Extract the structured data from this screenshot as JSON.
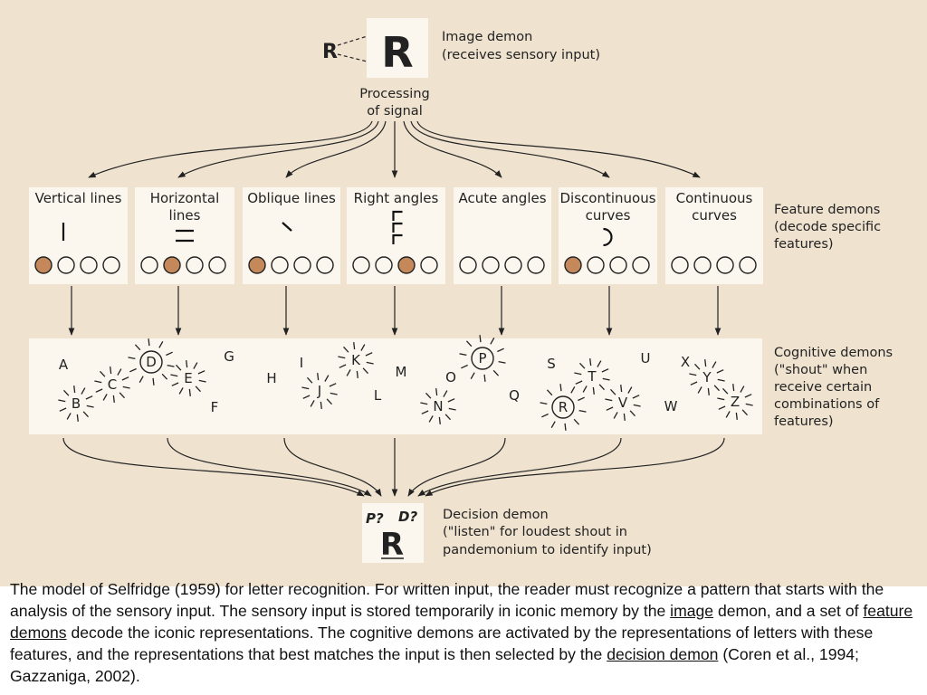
{
  "image_demon": {
    "input_letter": "R",
    "image_letter": "R",
    "label_line1": "Image demon",
    "label_line2": "(receives sensory input)"
  },
  "processing": {
    "line1": "Processing",
    "line2": "of signal"
  },
  "feature_demons": {
    "label_line1": "Feature demons",
    "label_line2": "(decode specific",
    "label_line3": "features)",
    "boxes": [
      {
        "title1": "Vertical lines",
        "title2": "",
        "active_circle": 0
      },
      {
        "title1": "Horizontal",
        "title2": "lines",
        "active_circle": 1
      },
      {
        "title1": "Oblique lines",
        "title2": "",
        "active_circle": 0
      },
      {
        "title1": "Right angles",
        "title2": "",
        "active_circle": 2
      },
      {
        "title1": "Acute angles",
        "title2": "",
        "active_circle": -1
      },
      {
        "title1": "Discontinuous",
        "title2": "curves",
        "active_circle": 0
      },
      {
        "title1": "Continuous",
        "title2": "curves",
        "active_circle": -1
      }
    ]
  },
  "cognitive_demons": {
    "label_line1": "Cognitive demons",
    "label_line2": "(\"shout\" when",
    "label_line3": "receive certain",
    "label_line4": "combinations of",
    "label_line5": "features)",
    "letters": [
      {
        "ch": "A",
        "shout": false,
        "circled": false
      },
      {
        "ch": "B",
        "shout": true,
        "circled": false
      },
      {
        "ch": "C",
        "shout": true,
        "circled": false
      },
      {
        "ch": "D",
        "shout": true,
        "circled": true
      },
      {
        "ch": "E",
        "shout": true,
        "circled": false
      },
      {
        "ch": "G",
        "shout": false,
        "circled": false
      },
      {
        "ch": "F",
        "shout": false,
        "circled": false
      },
      {
        "ch": "H",
        "shout": false,
        "circled": false
      },
      {
        "ch": "I",
        "shout": false,
        "circled": false
      },
      {
        "ch": "J",
        "shout": true,
        "circled": false
      },
      {
        "ch": "K",
        "shout": true,
        "circled": false
      },
      {
        "ch": "M",
        "shout": false,
        "circled": false
      },
      {
        "ch": "L",
        "shout": false,
        "circled": false
      },
      {
        "ch": "O",
        "shout": false,
        "circled": false
      },
      {
        "ch": "N",
        "shout": true,
        "circled": false
      },
      {
        "ch": "P",
        "shout": true,
        "circled": true
      },
      {
        "ch": "Q",
        "shout": false,
        "circled": false
      },
      {
        "ch": "S",
        "shout": false,
        "circled": false
      },
      {
        "ch": "T",
        "shout": true,
        "circled": false
      },
      {
        "ch": "R",
        "shout": true,
        "circled": true
      },
      {
        "ch": "U",
        "shout": false,
        "circled": false
      },
      {
        "ch": "V",
        "shout": true,
        "circled": false
      },
      {
        "ch": "W",
        "shout": false,
        "circled": false
      },
      {
        "ch": "X",
        "shout": false,
        "circled": false
      },
      {
        "ch": "Y",
        "shout": true,
        "circled": false
      },
      {
        "ch": "Z",
        "shout": true,
        "circled": false
      }
    ]
  },
  "decision_demon": {
    "q1": "P?",
    "q2": "D?",
    "letter": "R",
    "label_line1": "Decision demon",
    "label_line2": "(\"listen\" for loudest shout in",
    "label_line3": "pandemonium to identify input)"
  },
  "caption": {
    "part1": "The model of Selfridge (1959) for letter recognition. For written input, the reader must recognize a pattern that starts with the analysis of the sensory input. The sensory input is stored temporarily in iconic memory by the ",
    "link1": "image",
    "part2": " demon, and a set of ",
    "link2": "feature demons",
    "part3": " decode the iconic representations. The cognitive demons are activated by the representations of letters with these features, and the representations that best matches the input is then selected by the ",
    "link3": "decision demon",
    "part4": " (Coren et al., 1994; Gazzaniga, 2002)."
  },
  "colors": {
    "background": "#efe3d0",
    "box": "#fbf7ee",
    "active_circle": "#c4885a"
  }
}
